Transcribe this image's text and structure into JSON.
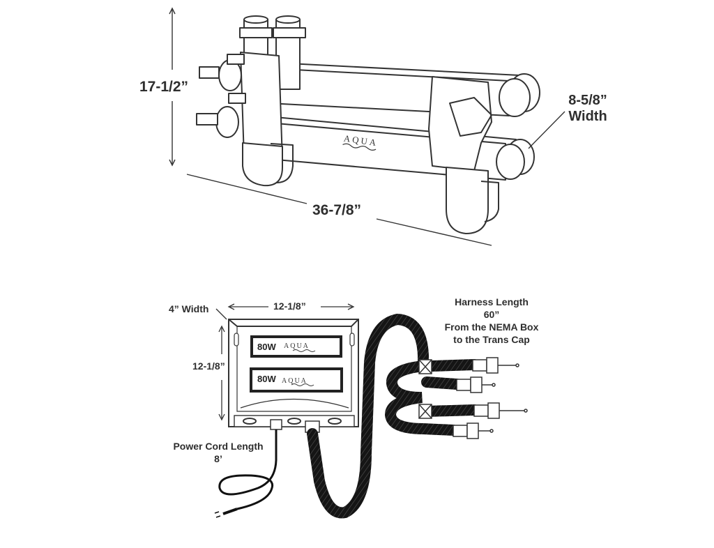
{
  "unit": {
    "height": "17-1/2”",
    "length": "36-7/8”",
    "width_value": "8-5/8”",
    "width_word": "Width",
    "brand": "AQUA"
  },
  "box": {
    "depth": "4” Width",
    "width": "12-1/8”",
    "height": "12-1/8”",
    "ballast_1": "80W",
    "ballast_2": "80W",
    "brand": "AQUA"
  },
  "harness": {
    "line1": "Harness Length",
    "line2": "60”",
    "line3": "From the NEMA Box",
    "line4": "to the Trans Cap"
  },
  "power_cord": {
    "line1": "Power Cord Length",
    "line2": "8’"
  },
  "colors": {
    "ink": "#2e2e2e",
    "harness": "#151515",
    "background": "#ffffff"
  }
}
